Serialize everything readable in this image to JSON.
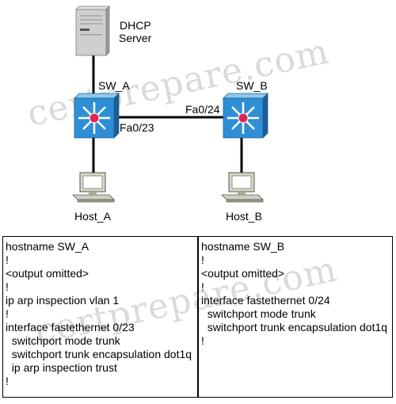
{
  "watermark": {
    "top_text": "certprepare.com",
    "bottom_text": "certprepare.com"
  },
  "diagram": {
    "server_label_line1": "DHCP",
    "server_label_line2": "Server",
    "switch_a_label": "SW_A",
    "switch_b_label": "SW_B",
    "port_a_label": "Fa0/23",
    "port_b_label": "Fa0/24",
    "host_a_label": "Host_A",
    "host_b_label": "Host_B",
    "switch_color": "#2f8fd6",
    "link_color": "#000000"
  },
  "configs": {
    "sw_a": [
      "hostname SW_A",
      "!",
      "<output omitted>",
      "!",
      "ip arp inspection vlan 1",
      "!",
      "interface fastethernet 0/23",
      "  switchport mode trunk",
      "  switchport trunk encapsulation dot1q",
      "  ip arp inspection trust",
      "!"
    ],
    "sw_b": [
      "hostname SW_B",
      "!",
      "<output omitted>",
      "!",
      "interface fastethernet 0/24",
      "  switchport mode trunk",
      "  switchport trunk encapsulation dot1q",
      "!"
    ]
  }
}
